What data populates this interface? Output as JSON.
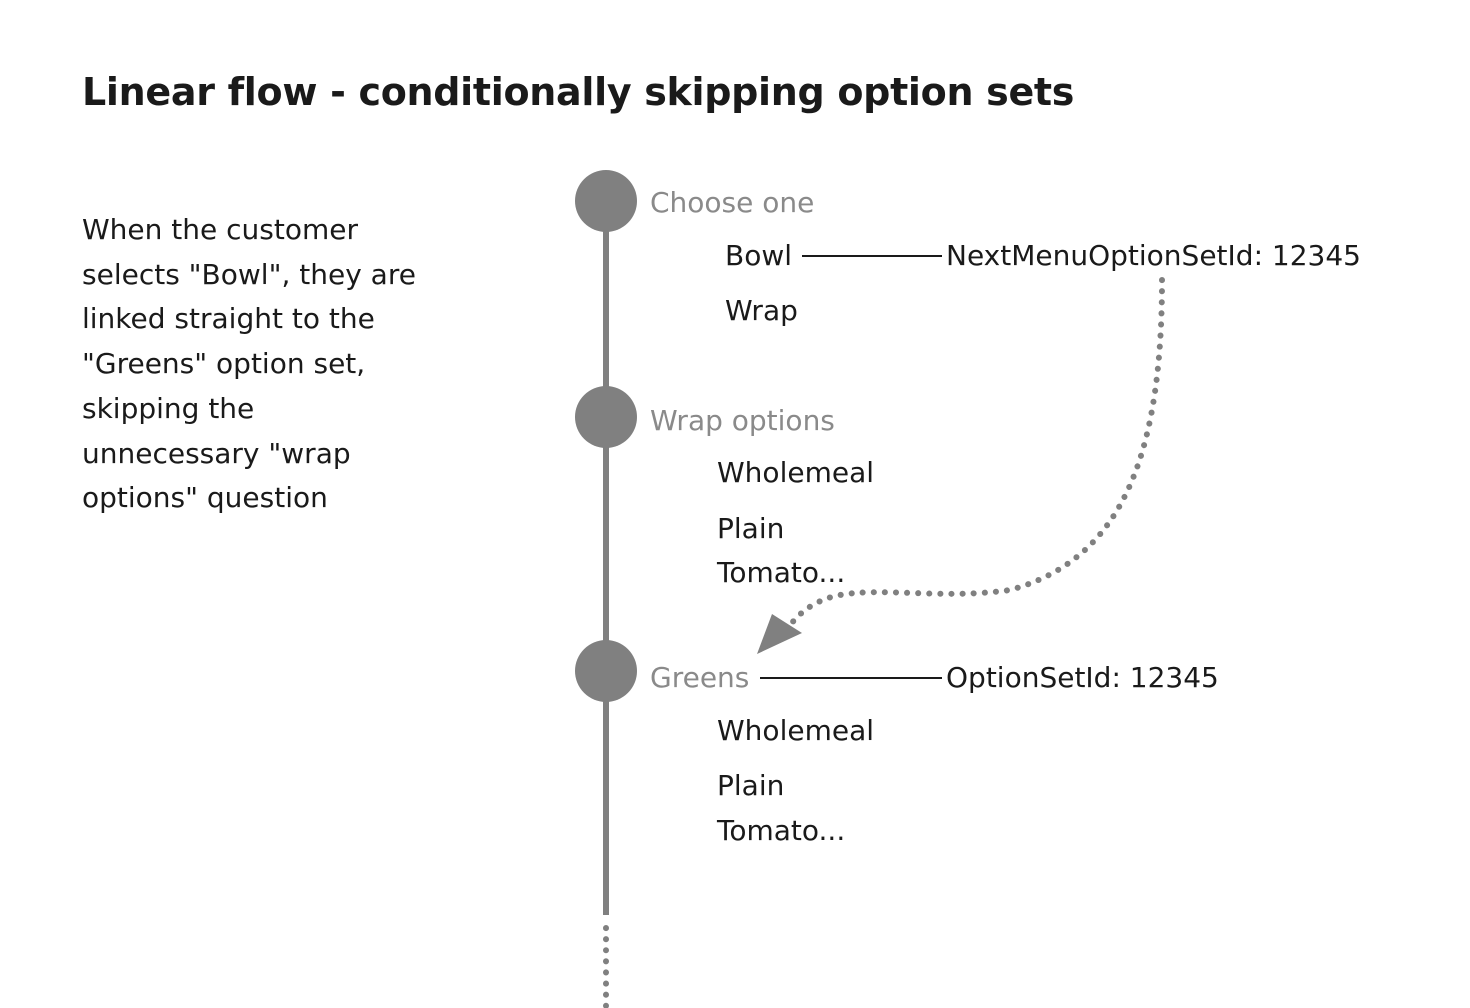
{
  "title": "Linear flow - conditionally skipping option sets",
  "description": [
    "When the customer",
    "selects \"Bowl\", they are",
    "linked straight to the",
    "\"Greens\" option set,",
    "skipping the",
    "unnecessary \"wrap",
    "options\" question"
  ],
  "steps": [
    {
      "label": "Choose one",
      "options": [
        "Bowl",
        "Wrap"
      ]
    },
    {
      "label": "Wrap options",
      "options": [
        "Wholemeal",
        "Plain",
        "Tomato..."
      ]
    },
    {
      "label": "Greens",
      "options": [
        "Wholemeal",
        "Plain",
        "Tomato..."
      ]
    }
  ],
  "annotations": {
    "next_link": "NextMenuOptionSetId: 12345",
    "option_set_id": "OptionSetId: 12345"
  },
  "colors": {
    "node": "#808080",
    "label_grey": "#8a8a8a",
    "text": "#1a1a1a"
  }
}
